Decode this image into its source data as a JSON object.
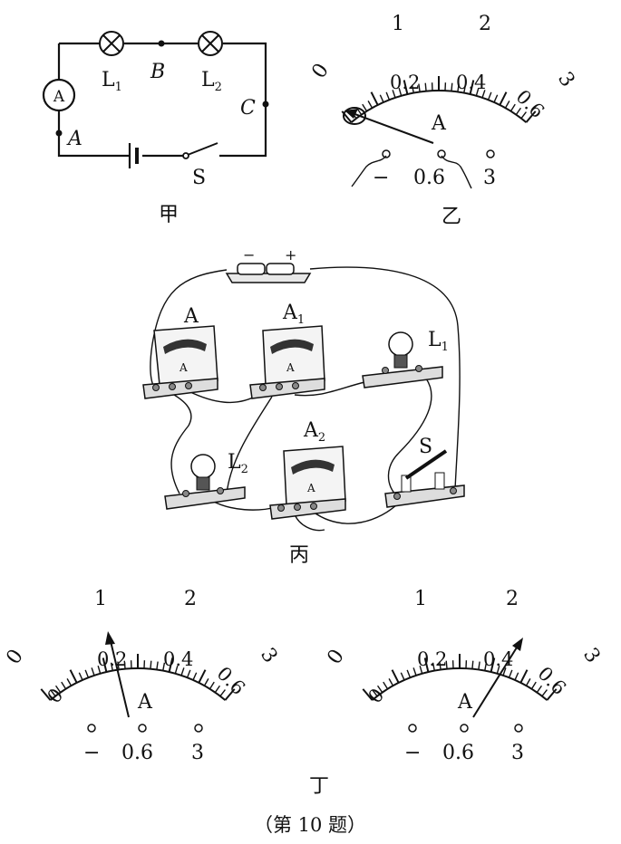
{
  "fig_jia": {
    "caption": "甲",
    "ammeter_symbol": "A",
    "lamp1": "L",
    "lamp1_sub": "1",
    "lamp2": "L",
    "lamp2_sub": "2",
    "point_a": "A",
    "point_b": "B",
    "point_c": "C",
    "switch": "S"
  },
  "fig_yi": {
    "caption": "乙",
    "top_ticks": [
      "0",
      "1",
      "2",
      "3"
    ],
    "bottom_ticks": [
      "0.2",
      "0.4",
      "0.6"
    ],
    "unit": "A",
    "terminals": [
      "−",
      "0.6",
      "3"
    ],
    "needle_reading_small_range": 0.0
  },
  "fig_bing": {
    "caption": "丙",
    "battery_minus": "−",
    "battery_plus": "+",
    "meter_a": "A",
    "meter_a1": "A",
    "meter_a1_sub": "1",
    "meter_a2": "A",
    "meter_a2_sub": "2",
    "lamp1": "L",
    "lamp1_sub": "1",
    "lamp2": "L",
    "lamp2_sub": "2",
    "switch": "S",
    "face_unit": "A"
  },
  "fig_ding": {
    "caption": "丁",
    "meters": [
      {
        "top_ticks": [
          "0",
          "1",
          "2",
          "3"
        ],
        "bottom_ticks": [
          "0",
          "0.2",
          "0.4",
          "0.6"
        ],
        "unit": "A",
        "terminals": [
          "−",
          "0.6",
          "3"
        ],
        "needle_reading_large_range": 1.0
      },
      {
        "top_ticks": [
          "0",
          "1",
          "2",
          "3"
        ],
        "bottom_ticks": [
          "0",
          "0.2",
          "0.4",
          "0.6"
        ],
        "unit": "A",
        "terminals": [
          "−",
          "0.6",
          "3"
        ],
        "needle_reading_large_range": 2.2
      }
    ]
  },
  "question_label": "（第 10 题）"
}
